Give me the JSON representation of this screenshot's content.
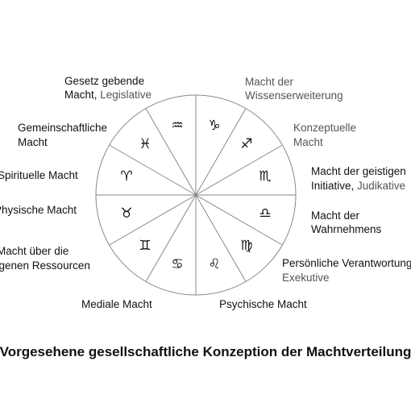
{
  "wheel": {
    "segments": [
      {
        "glyph": "♑",
        "name": "capricorn-glyph"
      },
      {
        "glyph": "♐",
        "name": "sagittarius-glyph"
      },
      {
        "glyph": "♏",
        "name": "scorpio-glyph"
      },
      {
        "glyph": "♎",
        "name": "libra-glyph"
      },
      {
        "glyph": "♍",
        "name": "virgo-glyph"
      },
      {
        "glyph": "♌",
        "name": "leo-glyph"
      },
      {
        "glyph": "♋",
        "name": "cancer-glyph"
      },
      {
        "glyph": "♊",
        "name": "gemini-glyph"
      },
      {
        "glyph": "♉",
        "name": "taurus-glyph"
      },
      {
        "glyph": "♈",
        "name": "aries-glyph"
      },
      {
        "glyph": "♓",
        "name": "pisces-glyph"
      },
      {
        "glyph": "♒",
        "name": "aquarius-glyph"
      }
    ]
  },
  "labels": {
    "legislative_line1": "Gesetz gebende",
    "legislative_line2a": "Macht, ",
    "legislative_line2b": "Legislative",
    "knowledge_line1": "Macht der",
    "knowledge_line2": "Wissenserweiterung",
    "community_line1": "Gemeinschaftliche",
    "community_line2": "Macht",
    "conceptual_line1": "Konzeptuelle",
    "conceptual_line2": "Macht",
    "spiritual": "Spirituelle Macht",
    "initiative_line1": "Macht der geistigen",
    "initiative_line2a": "Initiative, ",
    "initiative_line2b": "Judikative",
    "physical": "Physische Macht",
    "perception_line1": "Macht der",
    "perception_line2": "Wahrnehmens",
    "resources_line1": "Macht über die",
    "resources_line2": "eigenen Ressourcen",
    "personal_line1": "Persönliche Verantwortung",
    "personal_line2": "Exekutive",
    "medial": "Mediale Macht",
    "psychic": "Psychische Macht"
  },
  "caption": "Vorgesehene gesellschaftliche Konzeption der Machtverteilung"
}
